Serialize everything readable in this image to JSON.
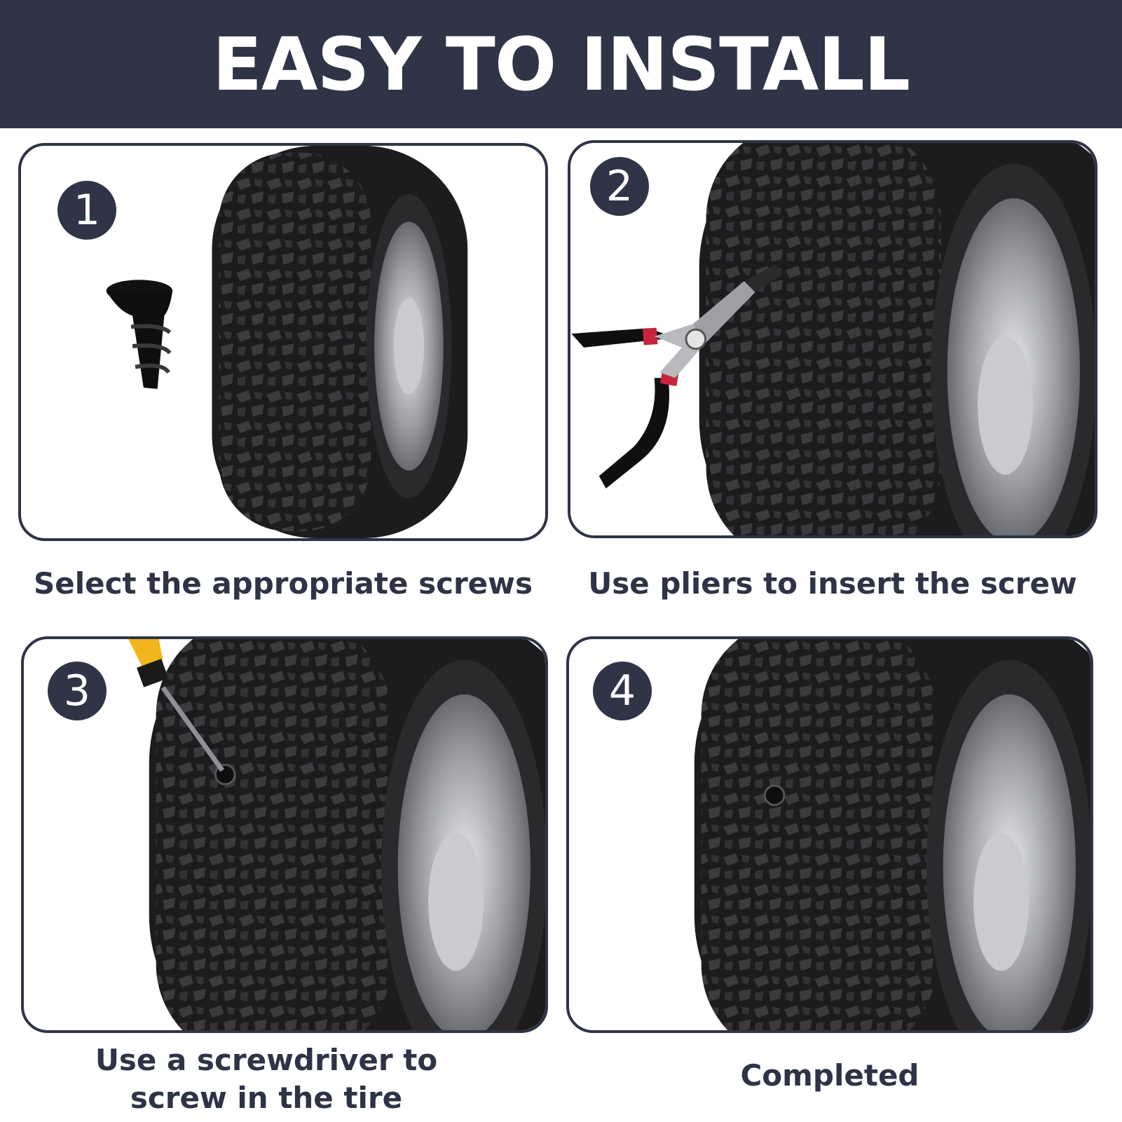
{
  "header": {
    "title": "EASY TO INSTALL"
  },
  "colors": {
    "navy": "#2f3446",
    "tire": "#1c1c1e",
    "tread": "#3b3b3e",
    "rim": "#9a9ca1",
    "handle_red": "#c8253a",
    "handle_yellow": "#f2b51c"
  },
  "steps": [
    {
      "number": "1",
      "caption": "Select the appropriate screws"
    },
    {
      "number": "2",
      "caption": "Use pliers to insert the screw"
    },
    {
      "number": "3",
      "caption": "Use a screwdriver to screw in the tire"
    },
    {
      "number": "4",
      "caption": "Completed"
    }
  ]
}
